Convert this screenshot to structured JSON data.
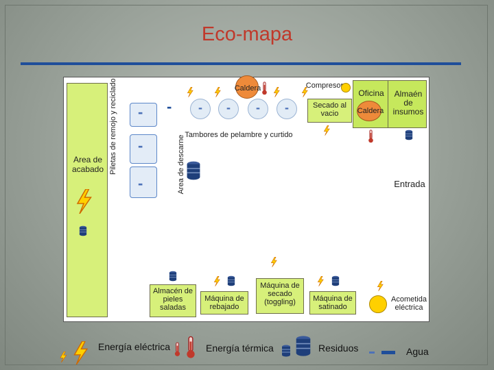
{
  "title": "Eco-mapa",
  "map": {
    "area_acabado": "Area de acabado",
    "pilas_label": "Piletas de remojo y reciclado",
    "area_descarne": "Area de descarne",
    "tambores_label": "Tambores de pelambre y curtido",
    "caldera_top": "Caldera",
    "compresor": "Compresor",
    "secado_vacio": "Secado al vacio",
    "oficina": "Oficina",
    "caldera_office": "Caldera",
    "almacen_insumos": "Almaén de insumos",
    "entrada": "Entrada",
    "almacen_pieles": "Almacén de pieles saladas",
    "maquina_rebajado": "Máquina de rebajado",
    "maquina_secado": "Máquina de secado (toggling)",
    "maquina_satinado": "Máquina de satinado",
    "acometida": "Acometida eléctrica"
  },
  "legend": {
    "energia_electrica": "Energía eléctrica",
    "energia_termica": "Energía térmica",
    "residuos": "Residuos",
    "agua": "Agua"
  },
  "colors": {
    "title": "#c0392b",
    "rule": "#1f4e9a",
    "area_green": "#d7f07a",
    "office_green": "#c6e85c",
    "electric": "#ffd000",
    "thermal": "#c0392b",
    "waste": "#1f3f7a",
    "water": "#4d72b8"
  }
}
